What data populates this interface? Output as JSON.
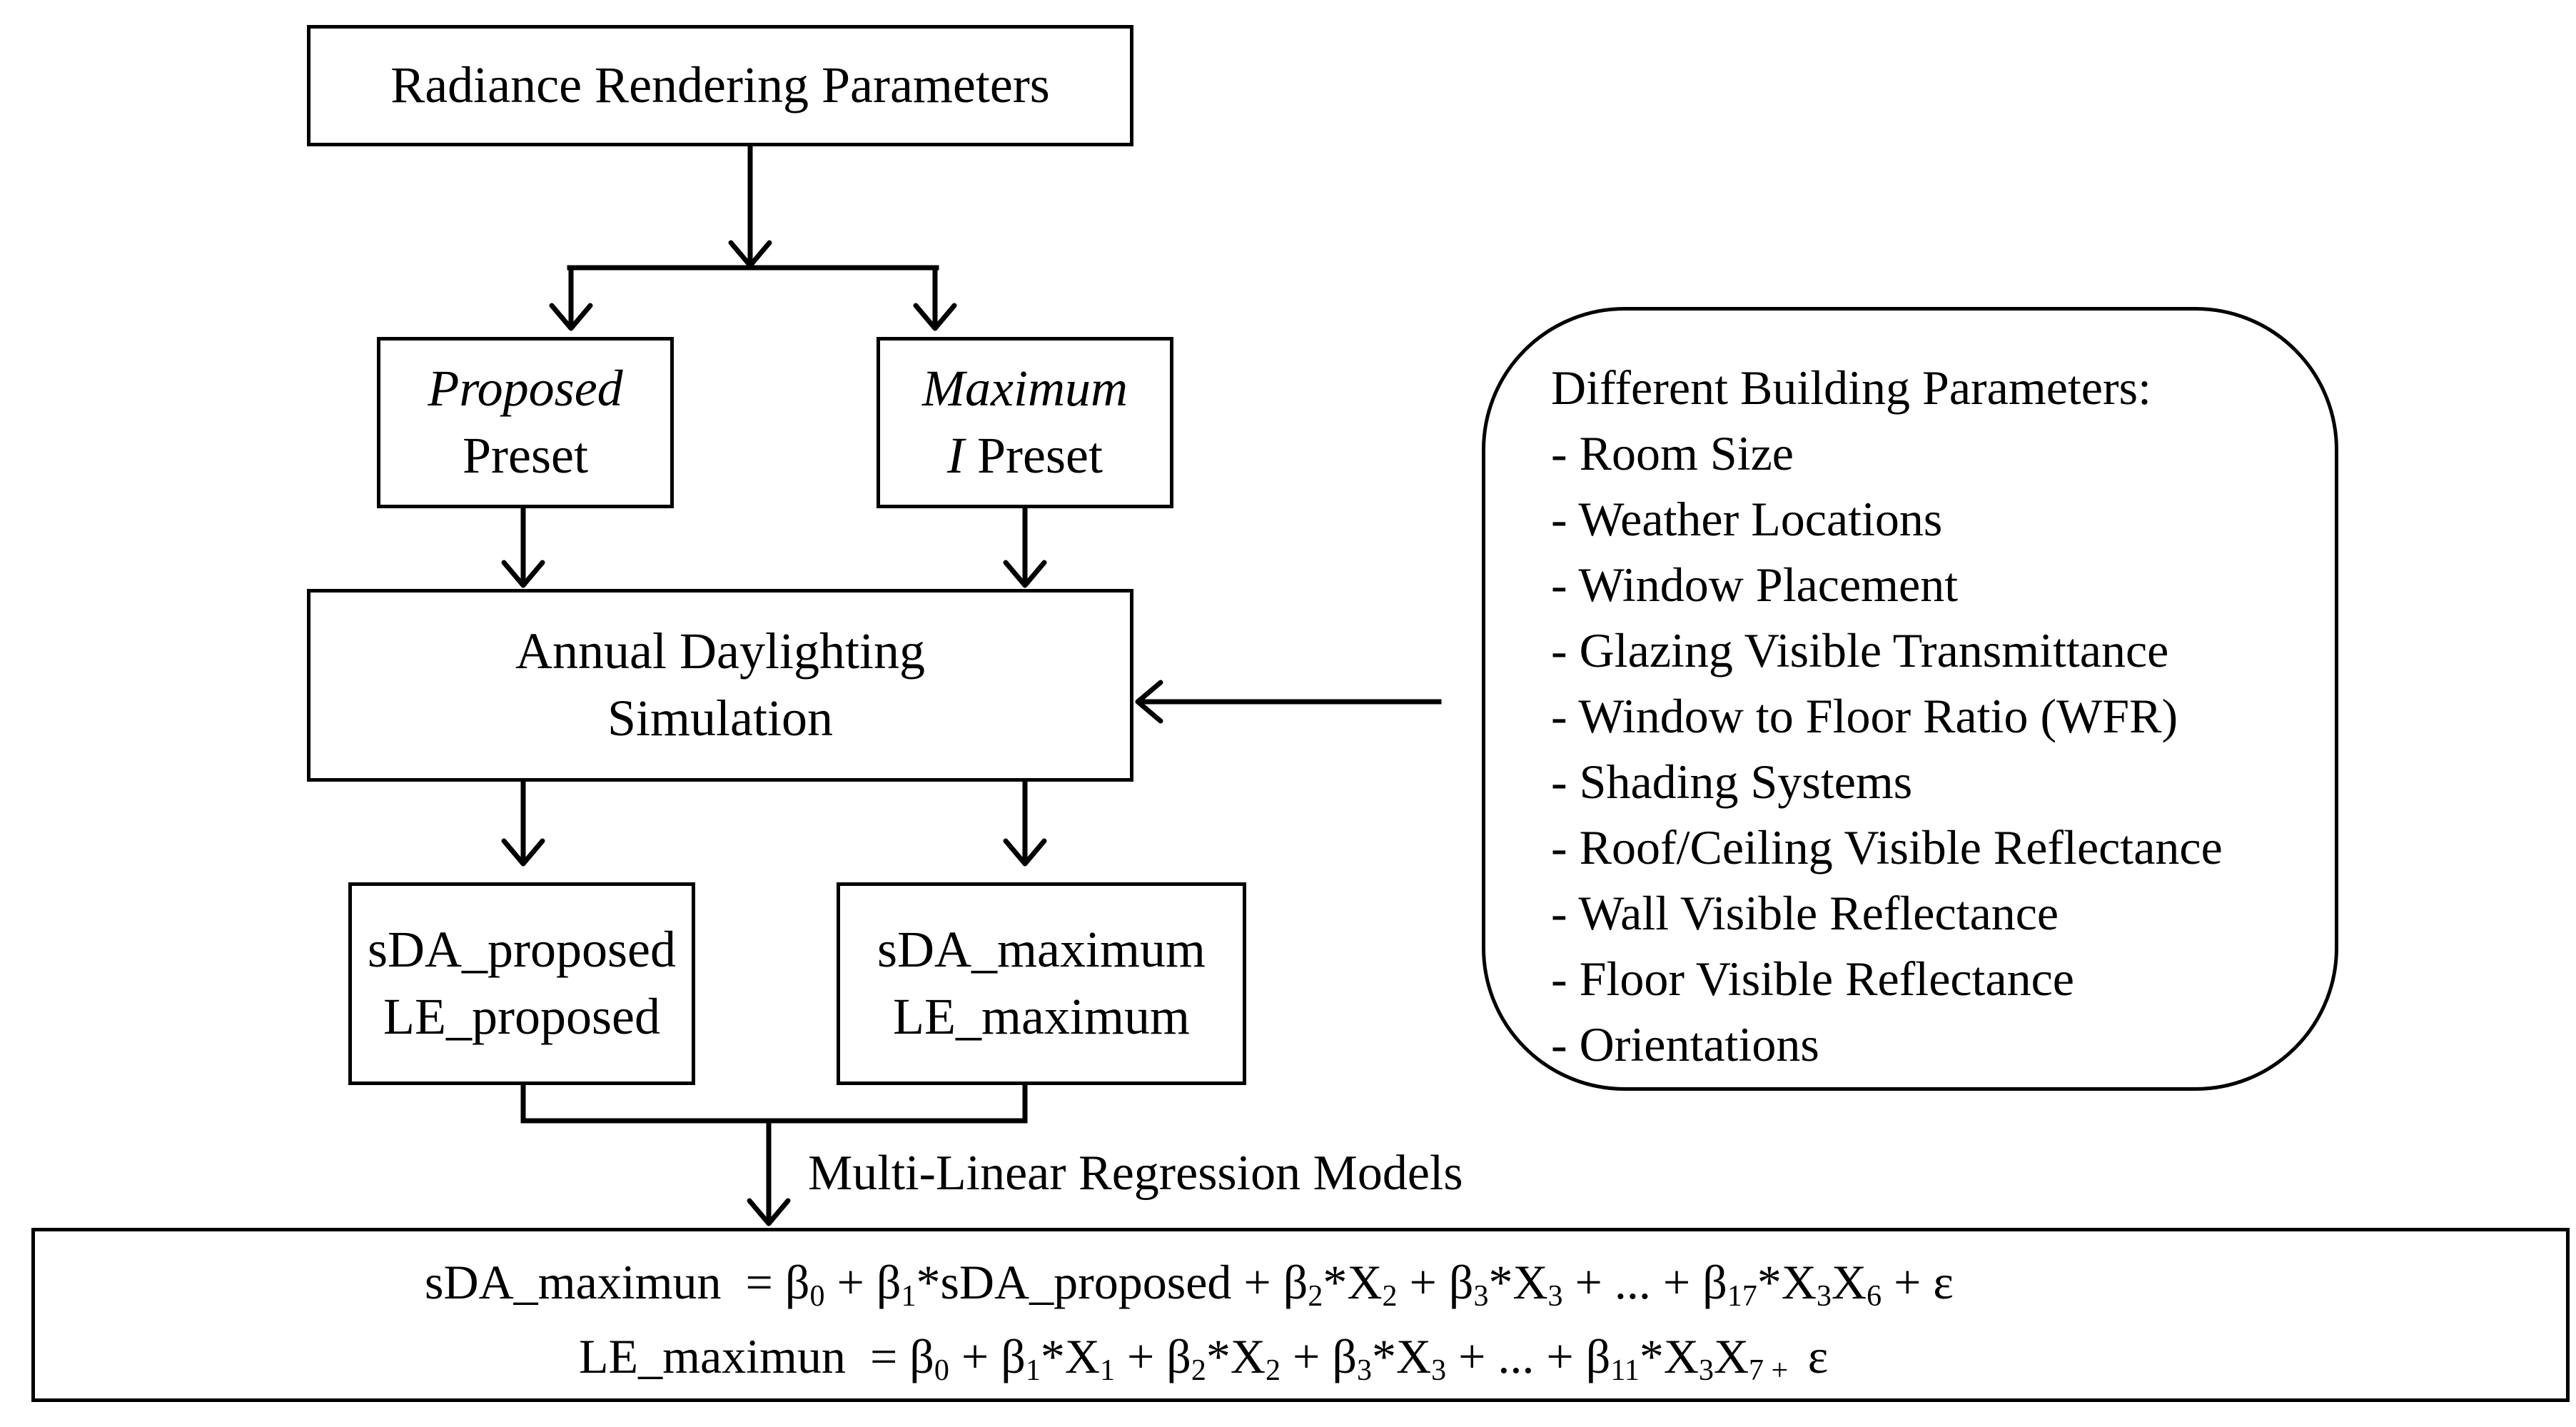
{
  "diagram": {
    "top_box": "Radiance Rendering Parameters",
    "preset_proposed": {
      "line1": "Proposed",
      "line2": "Preset"
    },
    "preset_maximum": {
      "line1": "Maximum",
      "line2_italic": "I",
      "line2": " Preset"
    },
    "simulation": {
      "line1": "Annual Daylighting",
      "line2": "Simulation"
    },
    "output_proposed": {
      "line1": "sDA_proposed",
      "line2": "LE_proposed"
    },
    "output_maximum": {
      "line1": "sDA_maximum",
      "line2": "LE_maximum"
    },
    "building_params": {
      "title": "Different Building  Parameters:",
      "items": [
        "- Room Size",
        "- Weather Locations",
        "- Window Placement",
        "- Glazing Visible Transmittance",
        "- Window to Floor Ratio (WFR)",
        "- Shading Systems",
        "- Roof/Ceiling Visible Reflectance",
        "- Wall Visible Reflectance",
        "- Floor Visible Reflectance",
        "- Orientations"
      ]
    },
    "regression_label": "Multi-Linear Regression Models",
    "equation1": {
      "lhs": "sDA_maximun",
      "eq": "  = β",
      "s0": "0",
      "p1": " + β",
      "s1": "1",
      "p2": "*sDA_proposed + β",
      "s2": "2",
      "p3": "*X",
      "s3": "2",
      "p4": " + β",
      "s4": "3",
      "p5": "*X",
      "s5": "3",
      "p6": " + ... + β",
      "s6": "17",
      "p7": "*X",
      "s7": "3",
      "p8": "X",
      "s8": "6",
      "p9": " + ε"
    },
    "equation2": {
      "lhs": "LE_maximun",
      "eq": "  = β",
      "s0": "0",
      "p1": " + β",
      "s1": "1",
      "p2": "*X",
      "s2": "1",
      "p3": " + β",
      "s3": "2",
      "p4": "*X",
      "s4": "2",
      "p5": " + β",
      "s5": "3",
      "p6": "*X",
      "s6": "3",
      "p7": " + ... + β",
      "s7": "11",
      "p8": "*X",
      "s8": "3",
      "p9": "X",
      "s9": "7 + ",
      "p10": " ε"
    }
  }
}
